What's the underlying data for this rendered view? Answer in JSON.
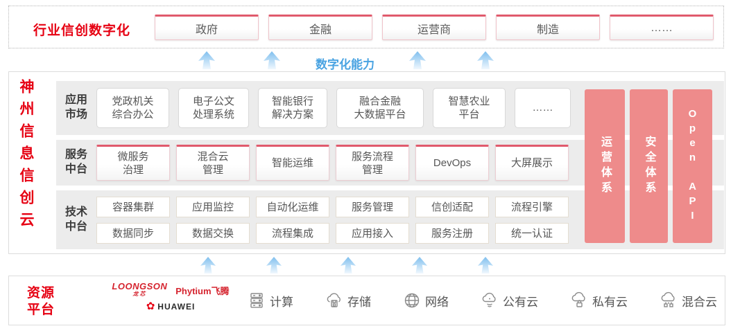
{
  "colors": {
    "accent_red": "#e60012",
    "bar_pink": "#ee8b8b",
    "capability_blue": "#49a3e2"
  },
  "top_banner": {
    "title": "行业信创数字化",
    "items": [
      "政府",
      "金融",
      "运营商",
      "制造",
      "……"
    ]
  },
  "capability_label": "数字化能力",
  "platform": {
    "vertical_title": "神州信息信创云",
    "rows": [
      {
        "label": "应用\n市场",
        "items": [
          "党政机关\n综合办公",
          "电子公文\n处理系统",
          "智能银行\n解决方案",
          "融合金融\n大数据平台",
          "智慧农业\n平台",
          "……"
        ]
      },
      {
        "label": "服务\n中台",
        "items": [
          "微服务\n治理",
          "混合云\n管理",
          "智能运维",
          "服务流程\n管理",
          "DevOps",
          "大屏展示"
        ]
      },
      {
        "label": "技术\n中台",
        "items_row1": [
          "容器集群",
          "应用监控",
          "自动化运维",
          "服务管理",
          "信创适配",
          "流程引擎"
        ],
        "items_row2": [
          "数据同步",
          "数据交换",
          "流程集成",
          "应用接入",
          "服务注册",
          "统一认证"
        ]
      }
    ],
    "side_bars": [
      "运营体系",
      "安全体系",
      "Open API"
    ]
  },
  "resource": {
    "title": "资源\n平台",
    "logos": {
      "loongson": "LOONGSON",
      "loongson_sub": "龙芯",
      "phytium": "Phytium飞腾",
      "huawei": "HUAWEI",
      "huawei_flower": "✿"
    },
    "items": [
      "计算",
      "存储",
      "网络",
      "公有云",
      "私有云",
      "混合云"
    ]
  }
}
